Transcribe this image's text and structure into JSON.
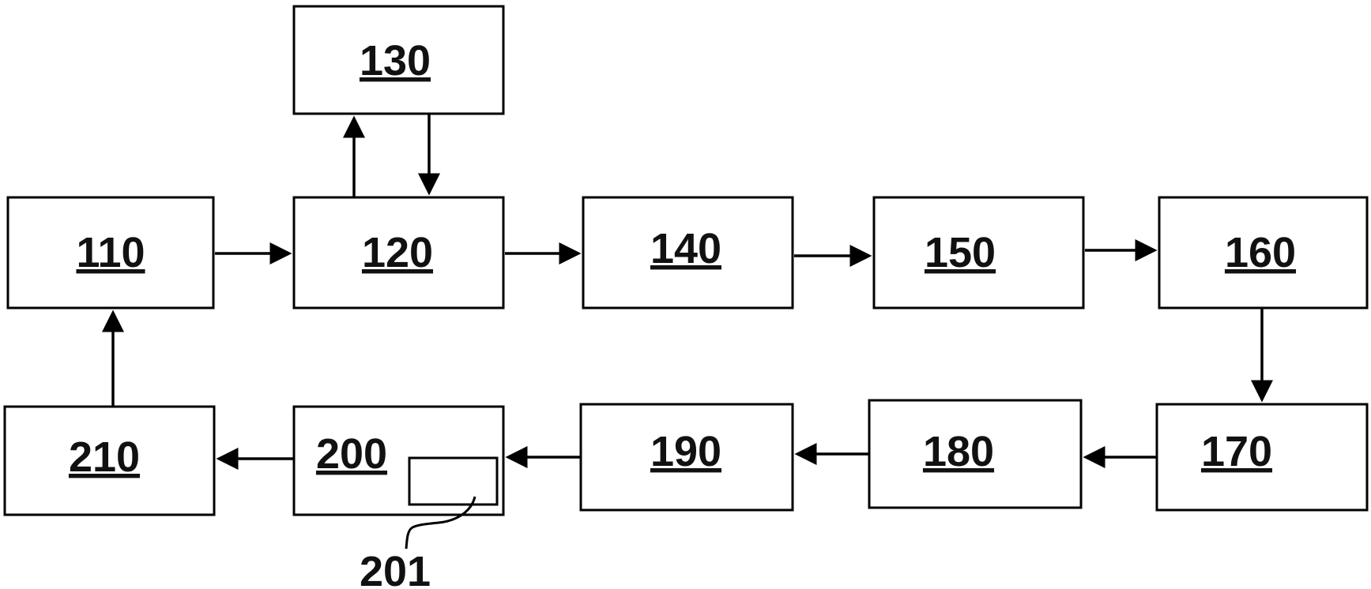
{
  "blocks": {
    "b110": "110",
    "b120": "120",
    "b130": "130",
    "b140": "140",
    "b150": "150",
    "b160": "160",
    "b170": "170",
    "b180": "180",
    "b190": "190",
    "b200": "200",
    "b210": "210"
  },
  "subcomponent": {
    "ref201": "201"
  },
  "colors": {
    "stroke": "#000000",
    "fill": "#ffffff",
    "text": "#111111"
  }
}
